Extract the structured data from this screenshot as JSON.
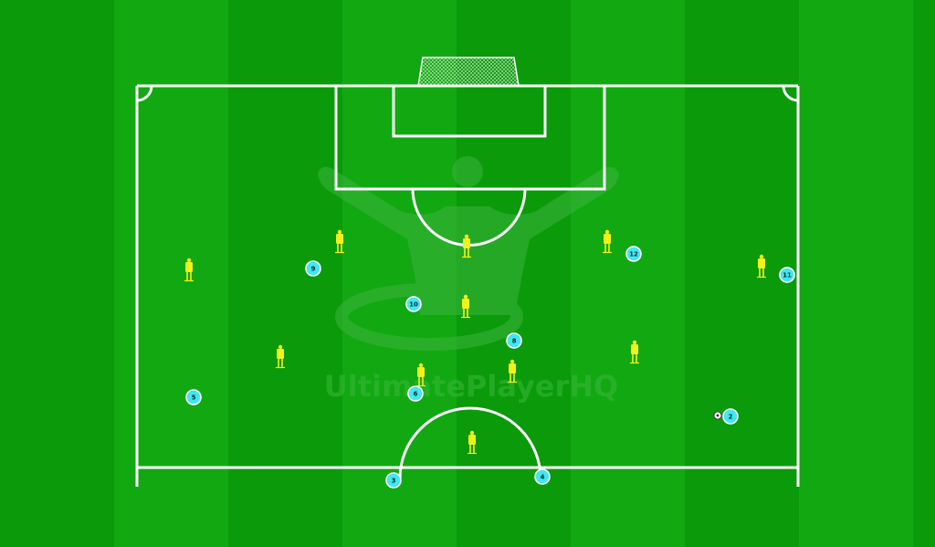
{
  "watermark": {
    "text": "UltimatePlayerHQ"
  },
  "colors": {
    "grass_dark": "#0a9a0a",
    "grass_light": "#12a812",
    "lines": "#ffffff",
    "player_fill": "#3fe8ee",
    "mannequin": "#f2f21a",
    "watermark": "#39b339"
  },
  "icons": {
    "player": "player-marker-icon",
    "mannequin": "mannequin-icon",
    "ball": "ball-icon",
    "goal": "goal-net-icon"
  },
  "players": [
    {
      "number": "2"
    },
    {
      "number": "3"
    },
    {
      "number": "4"
    },
    {
      "number": "5"
    },
    {
      "number": "6"
    },
    {
      "number": "8"
    },
    {
      "number": "9"
    },
    {
      "number": "10"
    },
    {
      "number": "11"
    },
    {
      "number": "12"
    }
  ],
  "mannequin_count": 11,
  "ball_count": 1
}
